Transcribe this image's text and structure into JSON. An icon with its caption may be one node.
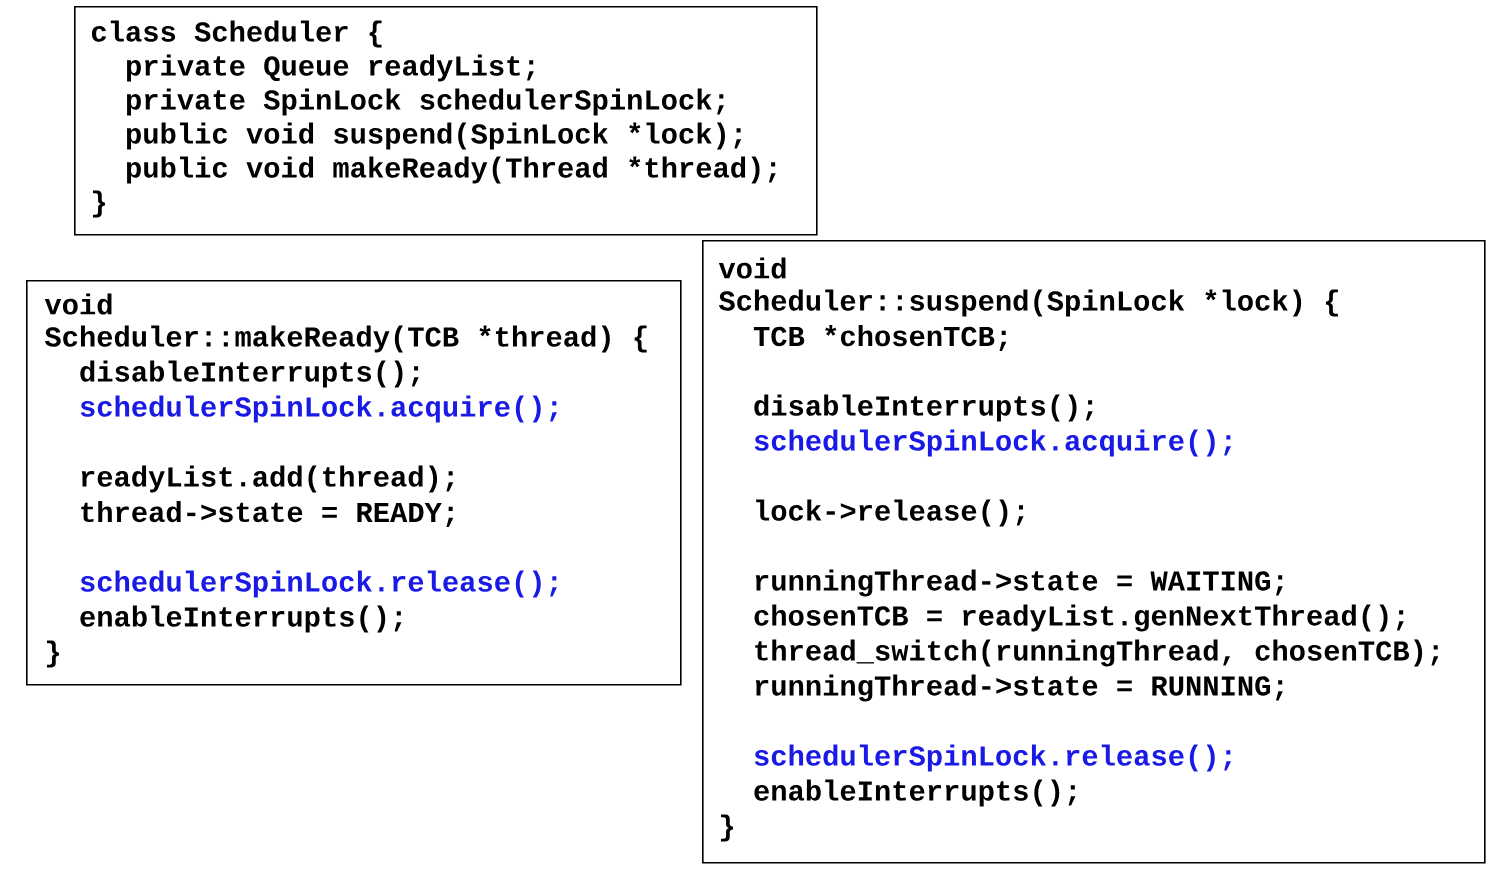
{
  "diagram": {
    "nodes": [
      {
        "text": [
          "class Scheduler {",
          "private Queue readyList;",
          "private SpinLock schedulerSpinLock;",
          "public void suspend(SpinLock *lock);",
          "public void makeReady(Thread *thread);",
          "}"
        ]
      },
      {
        "text": [
          "void",
          "Scheduler::makeReady(TCB *thread) {",
          "disableInterrupts();",
          "schedulerSpinLock.acquire();",
          "readyList.add(thread);",
          "thread->state = READY;",
          "schedulerSpinLock.release();",
          "enableInterrupts();",
          "}"
        ]
      },
      {
        "text": [
          "void",
          "Scheduler::suspend(SpinLock *lock) {",
          "TCB *chosenTCB;",
          "disableInterrupts();",
          "schedulerSpinLock.acquire();",
          "lock->release();",
          "runningThread->state = WAITING;",
          "chosenTCB = readyList.genNextThread();",
          "thread_switch(runningThread, chosenTCB);",
          "runningThread->state = RUNNING;",
          "schedulerSpinLock.release();",
          "enableInterrupts();",
          "}"
        ]
      }
    ]
  }
}
